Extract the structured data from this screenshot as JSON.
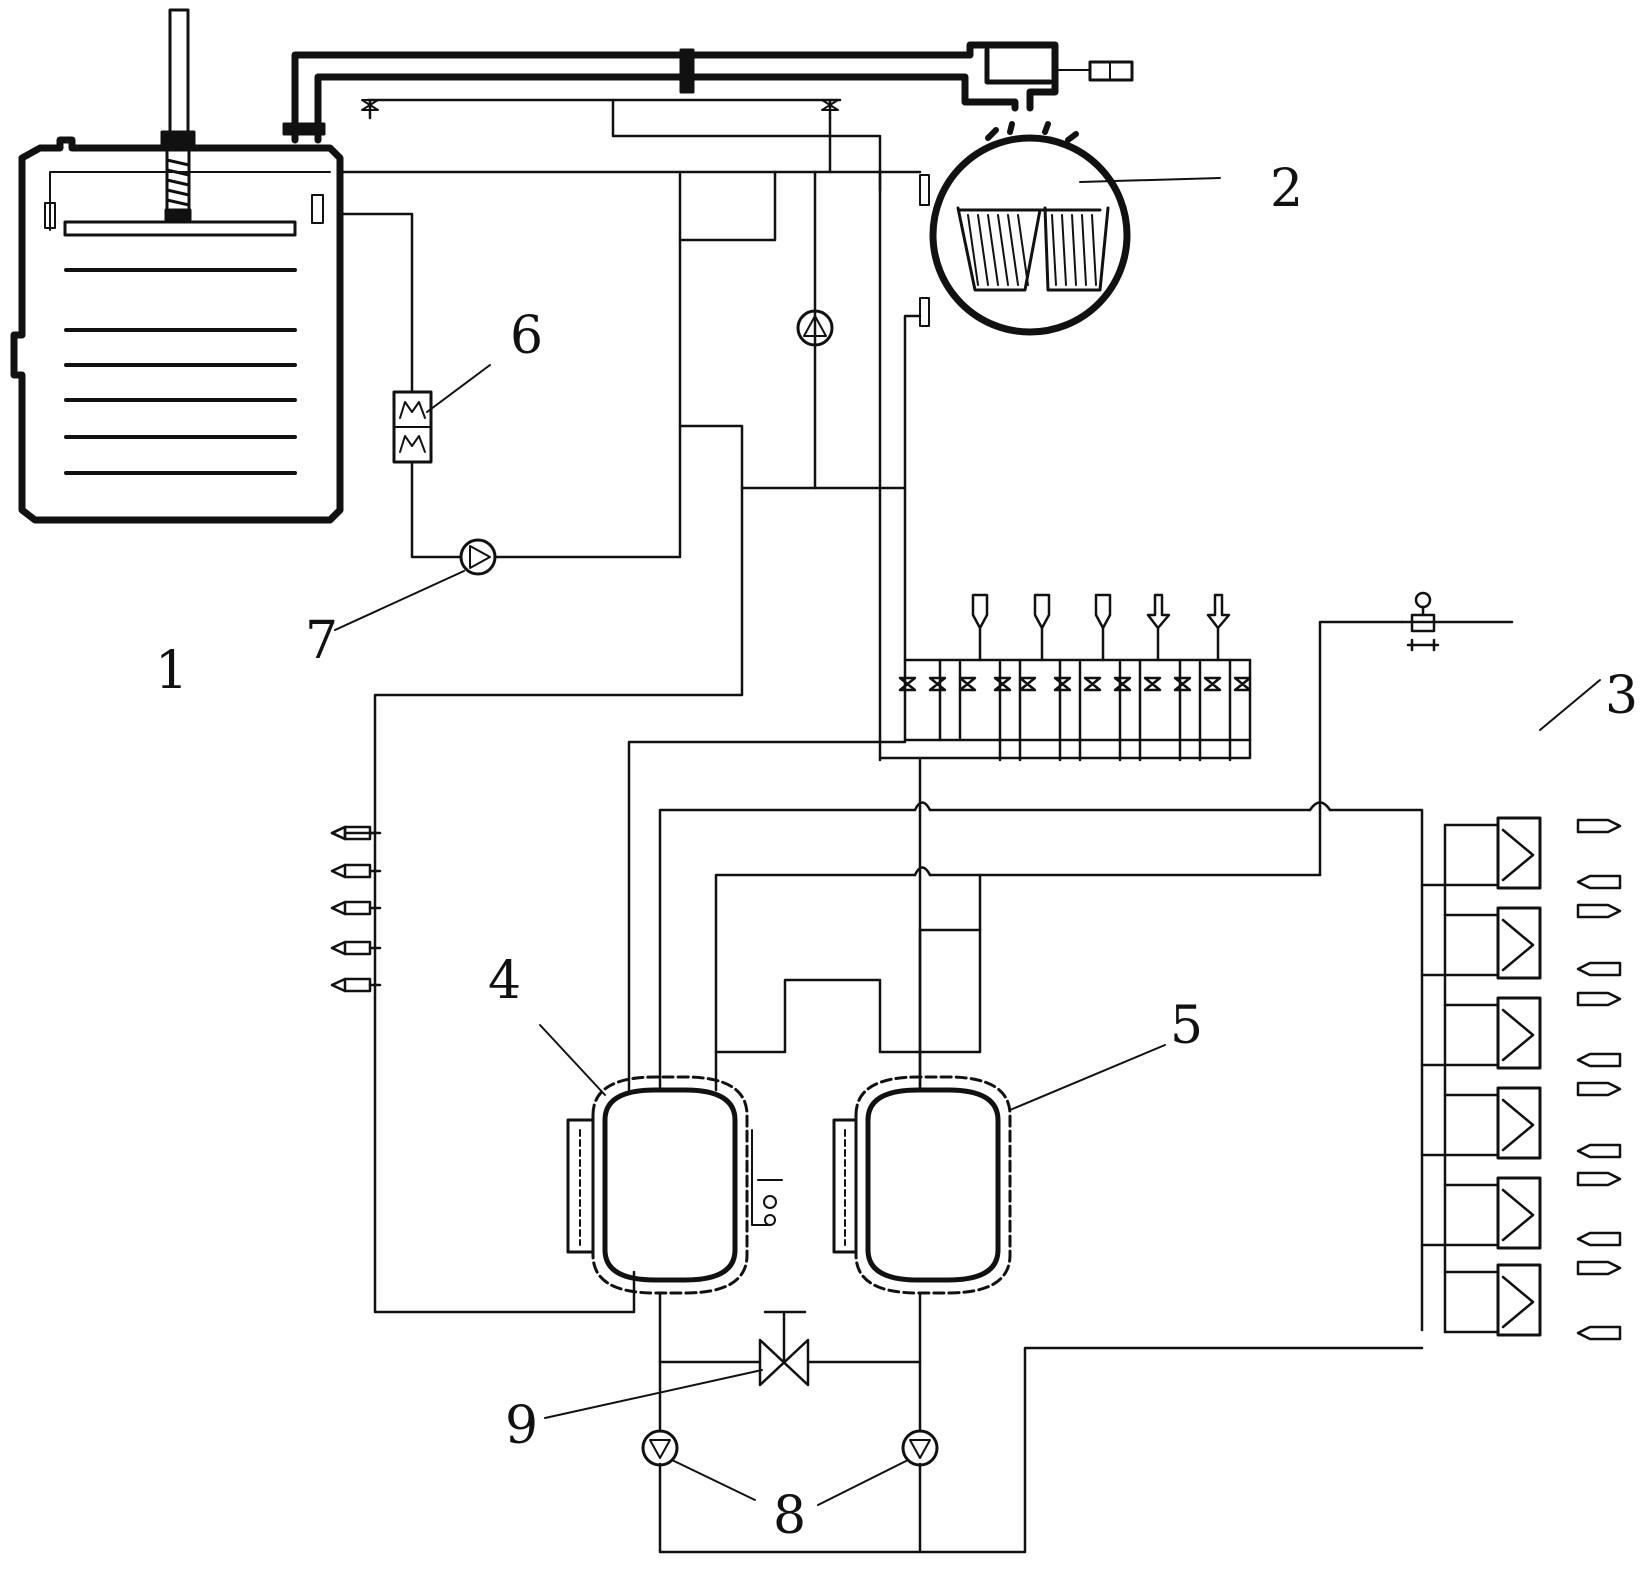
{
  "labels": {
    "n1": "1",
    "n2": "2",
    "n3": "3",
    "n4": "4",
    "n5": "5",
    "n6": "6",
    "n7": "7",
    "n8": "8",
    "n9": "9"
  }
}
